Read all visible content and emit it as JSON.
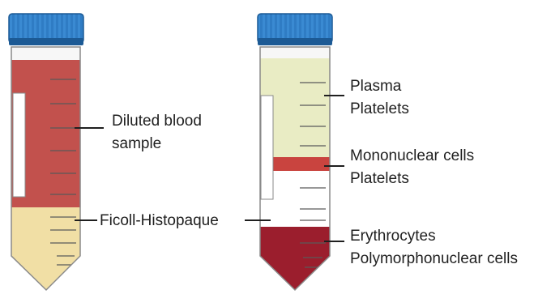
{
  "labels": {
    "diluted_blood_line1": "Diluted blood",
    "diluted_blood_line2": "sample",
    "ficoll": "Ficoll-Histopaque",
    "plasma": "Plasma",
    "platelets_top": "Platelets",
    "mononuclear": "Mononuclear cells",
    "platelets_mid": "Platelets",
    "erythrocytes": "Erythrocytes",
    "polymorphonuclear": "Polymorphonuclear cells"
  },
  "colors": {
    "cap": "#2f7cc4",
    "cap_dark": "#1c5a95",
    "blood": "#c2514d",
    "ficoll": "#f1dfa5",
    "plasma": "#e9ecc4",
    "mononuclear_band": "#c9443f",
    "clear_layer": "#ffffff",
    "erythrocytes": "#9b1e2d",
    "tube_outline": "#8a8a8a",
    "line": "#1f1f1f"
  }
}
